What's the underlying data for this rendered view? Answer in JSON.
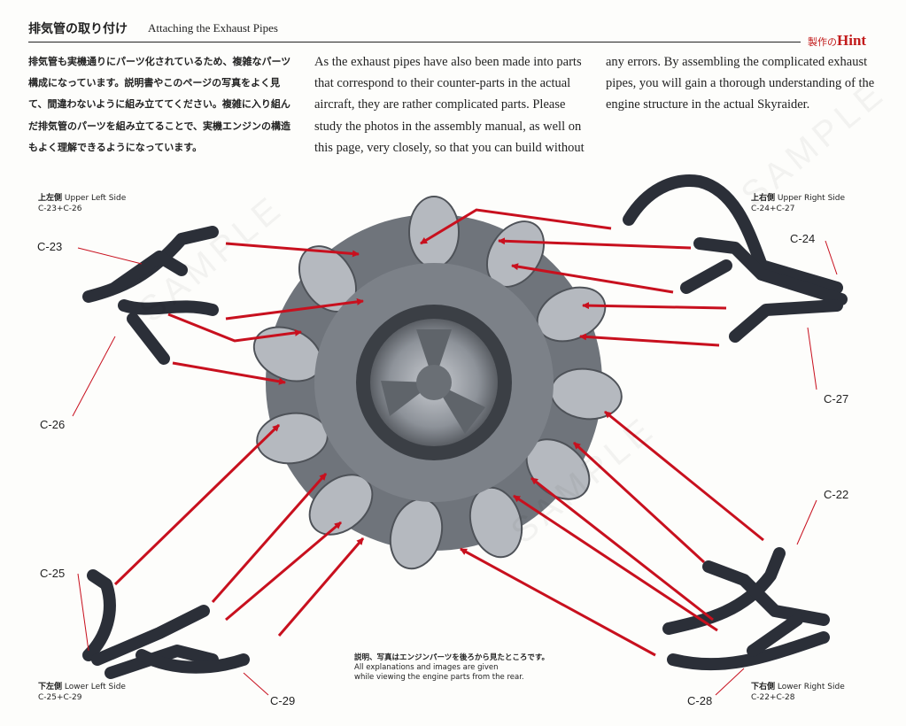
{
  "header": {
    "title_jp": "排気管の取り付け",
    "title_en": "Attaching the Exhaust Pipes",
    "hint_jp": "製作の",
    "hint_en": "Hint"
  },
  "intro_jp": "排気管も実機通りにパーツ化されているため、複雑なパーツ構成になっています。説明書やこのページの写真をよく見て、間違わないように組み立ててください。複雑に入り組んだ排気管のパーツを組み立てることで、実機エンジンの構造もよく理解できるようになっています。",
  "intro_en_col1": "As the exhaust pipes have also been made into parts that correspond to their counter-parts in the actual aircraft, they are rather complicated parts. Please study the photos in the assembly manual, as well on this page, very closely, so that you can build without",
  "intro_en_col2": "any errors. By assembling the complicated exhaust pipes, you will gain a thorough understanding of the engine structure in the actual Skyraider.",
  "sections": {
    "upper_left": {
      "jp": "上左側",
      "en": "Upper Left Side",
      "parts": "C-23+C-26"
    },
    "upper_right": {
      "jp": "上右側",
      "en": "Upper Right Side",
      "parts": "C-24+C-27"
    },
    "lower_left": {
      "jp": "下左側",
      "en": "Lower Left Side",
      "parts": "C-25+C-29"
    },
    "lower_right": {
      "jp": "下右側",
      "en": "Lower Right Side",
      "parts": "C-22+C-28"
    }
  },
  "part_labels": {
    "c23": "C-23",
    "c26": "C-26",
    "c24": "C-24",
    "c27": "C-27",
    "c22": "C-22",
    "c28": "C-28",
    "c25": "C-25",
    "c29": "C-29"
  },
  "note": {
    "jp": "説明、写真はエンジンパーツを後ろから見たところです。",
    "en1": "All explanations and images are given",
    "en2": "while viewing the engine parts from the rear."
  },
  "watermark": "SAMPLE",
  "colors": {
    "arrow": "#c8101e",
    "hint": "#c21b1b",
    "pipe": "#2b2f38",
    "engine_metal": "#9ea3aa"
  }
}
